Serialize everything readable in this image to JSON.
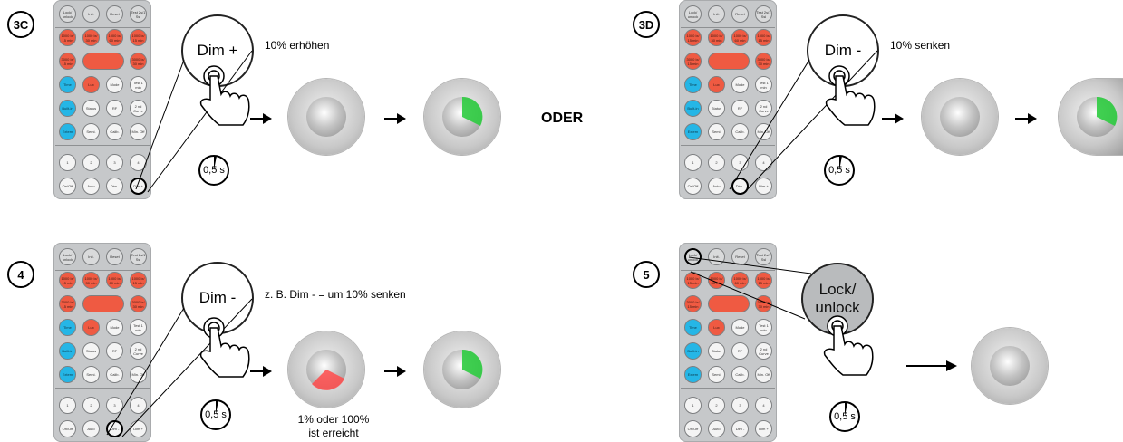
{
  "remote_buttons": [
    [
      "Lock/ unlock",
      "Init.",
      "Reset",
      "Test 2s/1 Ssl"
    ],
    [
      "1000 lx/ 15 min",
      "1000 lx/ 30 min",
      "1000 lx/ 60 min",
      "1000 lx/ 15 min"
    ],
    [
      "3000 lx/ 15 min",
      "3000 lx/ 60 min",
      "",
      "3000 lx/ 30 min"
    ],
    [
      "Time",
      "Lux",
      "Mode",
      "Test 1 min"
    ],
    [
      "Built-in",
      "Status",
      "RF",
      "2 nd Curve"
    ],
    [
      "Extern",
      "Semi.",
      "Calib.",
      "Min. Off"
    ],
    [
      "1",
      "2",
      "3",
      "4"
    ],
    [
      "On/Off",
      "Auto",
      "Dim -",
      "Dim +"
    ]
  ],
  "panels": {
    "p3c": {
      "step": "3C",
      "bubble": "Dim +",
      "text": "10% erhöhen",
      "timer": "0,5 s"
    },
    "p3d": {
      "step": "3D",
      "bubble": "Dim -",
      "text": "10% senken",
      "timer": "0,5 s"
    },
    "p4": {
      "step": "4",
      "bubble": "Dim -",
      "text": "z. B. Dim - = um 10% senken",
      "timer": "0,5 s",
      "note_line1": "1% oder 100%",
      "note_line2": "ist erreicht"
    },
    "p5": {
      "step": "5",
      "bubble_line1": "Lock/",
      "bubble_line2": "unlock",
      "timer": "0,5 s"
    }
  },
  "oder": "ODER",
  "colors": {
    "red": "#ef5a42",
    "blue": "#25b6e6",
    "green": "#2ecc40",
    "indicator_red": "#ff4b4b"
  },
  "icons": {
    "hand": "pointing-hand-icon",
    "timer": "stopwatch-icon",
    "arrow": "right-arrow-icon"
  }
}
